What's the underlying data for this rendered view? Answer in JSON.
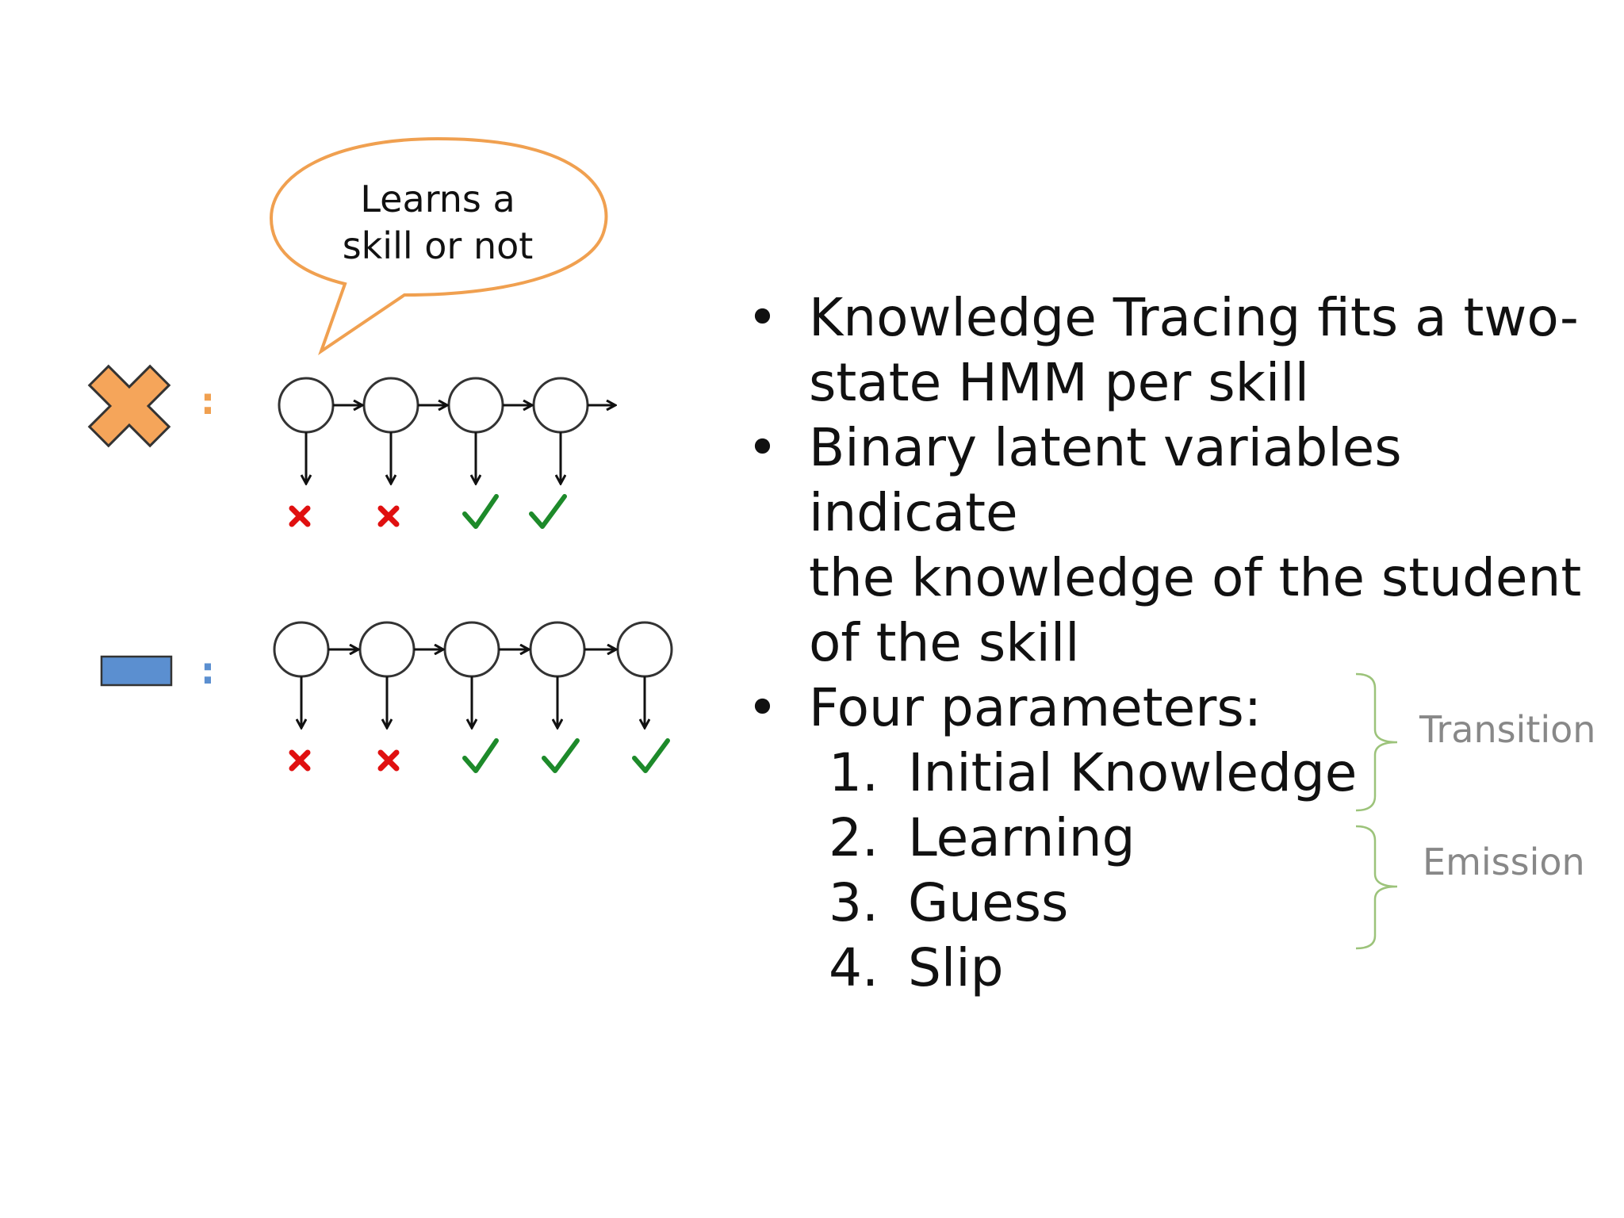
{
  "callout": {
    "line1": "Learns a",
    "line2": "skill or not"
  },
  "legend": {
    "orange_shape_icon": "orange-x-shape",
    "blue_shape_icon": "blue-rectangle-shape",
    "colon": ":"
  },
  "colors": {
    "callout_border": "#f0a050",
    "orange_shape": "#f5a55a",
    "blue_shape": "#5b8fd0",
    "incorrect": "#e01010",
    "correct": "#1d8a2a",
    "brace": "#9cc37a",
    "brace_label": "#888888"
  },
  "chains": [
    {
      "name": "orange-skill-chain",
      "outcomes": [
        "incorrect",
        "incorrect",
        "correct",
        "correct"
      ]
    },
    {
      "name": "blue-skill-chain",
      "outcomes": [
        "incorrect",
        "incorrect",
        "correct",
        "correct",
        "correct"
      ]
    }
  ],
  "bullets": [
    {
      "marker": "•",
      "text_line1": "Knowledge Tracing fits a two-",
      "text_line2": "state HMM per skill"
    },
    {
      "marker": "•",
      "text_line1": "Binary latent variables indicate",
      "text_line2": "the knowledge of the student",
      "text_line3": "of the skill"
    },
    {
      "marker": "•",
      "text_line1": "Four parameters:"
    }
  ],
  "parameters": [
    {
      "num": "1.",
      "label": "Initial Knowledge"
    },
    {
      "num": "2.",
      "label": "Learning"
    },
    {
      "num": "3.",
      "label": "Guess"
    },
    {
      "num": "4.",
      "label": "Slip"
    }
  ],
  "braces": {
    "transition_label": "Transition",
    "emission_label": "Emission"
  }
}
